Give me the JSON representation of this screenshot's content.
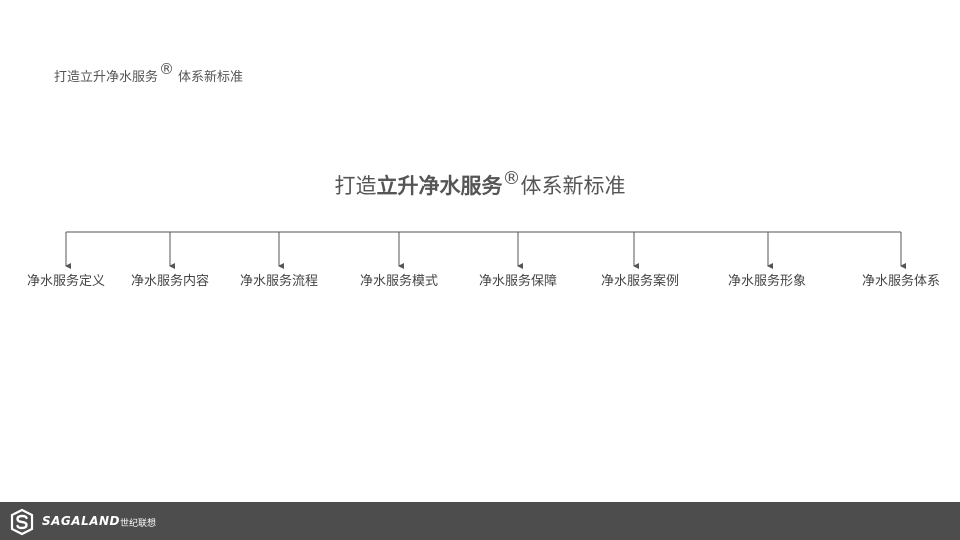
{
  "header": {
    "title_main": "打造立升净水服务",
    "title_reg": "®",
    "title_tail": "体系新标准"
  },
  "diagram": {
    "root": {
      "prefix": "打造",
      "bold": "立升净水服务",
      "reg": "®",
      "tail": "体系新标准"
    },
    "branches": [
      {
        "label": "净水服务定义"
      },
      {
        "label": "净水服务内容"
      },
      {
        "label": "净水服务流程"
      },
      {
        "label": "净水服务模式"
      },
      {
        "label": "净水服务保障"
      },
      {
        "label": "净水服务案例"
      },
      {
        "label": "净水服务形象"
      },
      {
        "label": "净水服务体系"
      }
    ]
  },
  "footer": {
    "logo_text": "SAGALAND",
    "logo_cn": "世纪联想",
    "logo_icon": "s-emblem-icon"
  },
  "colors": {
    "text": "#555555",
    "line": "#555555",
    "footer_bg": "#4d4d4d"
  }
}
